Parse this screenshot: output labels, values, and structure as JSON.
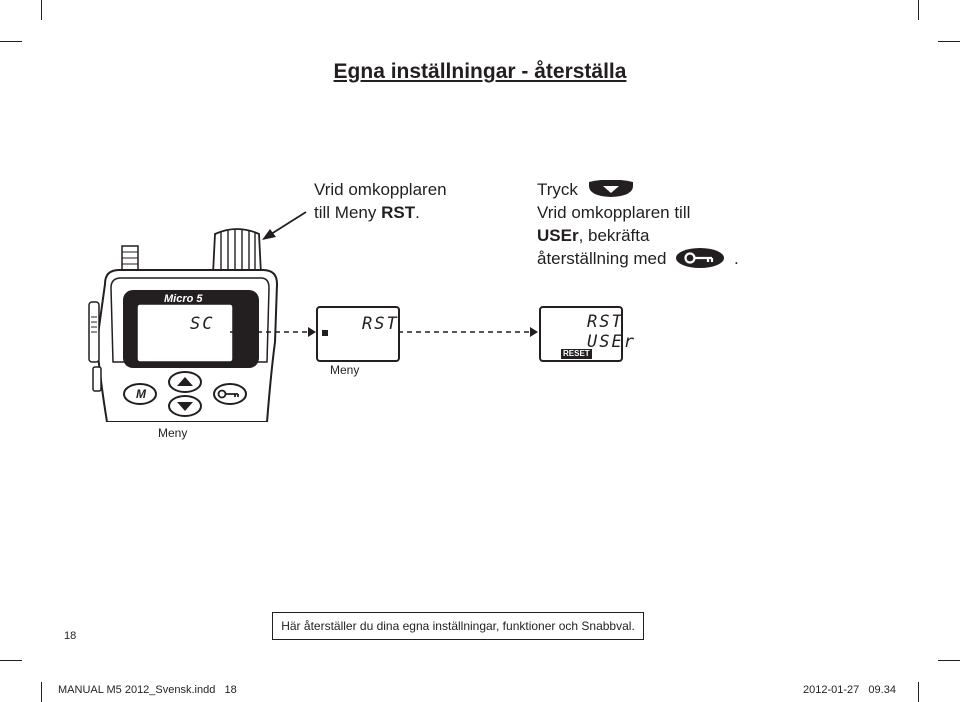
{
  "page": {
    "title": "Egna inställningar - återställa",
    "page_number": "18"
  },
  "step1": {
    "line1": "Vrid omkopplaren",
    "line2_prefix": "till Meny ",
    "line2_bold": "RST",
    "line2_suffix": "."
  },
  "step2": {
    "line1": "Tryck",
    "line2": "Vrid omkopplaren till",
    "line3_bold": "USEr",
    "line3_suffix": ", bekräfta",
    "line4": "återställning med",
    "line4_suffix": "."
  },
  "radio": {
    "brand": "Micro 5",
    "display_text": "SC",
    "button_m": "M",
    "label_meny": "Meny"
  },
  "display1": {
    "text": "RST",
    "label": "Meny"
  },
  "display2": {
    "line1": "RST",
    "line2": "USEr",
    "badge": "RESET"
  },
  "caption": "Här återställer du dina egna inställningar, funktioner och Snabbval.",
  "footer": {
    "file": "MANUAL M5 2012_Svensk.indd   18",
    "timestamp": "2012-01-27   09.34"
  }
}
